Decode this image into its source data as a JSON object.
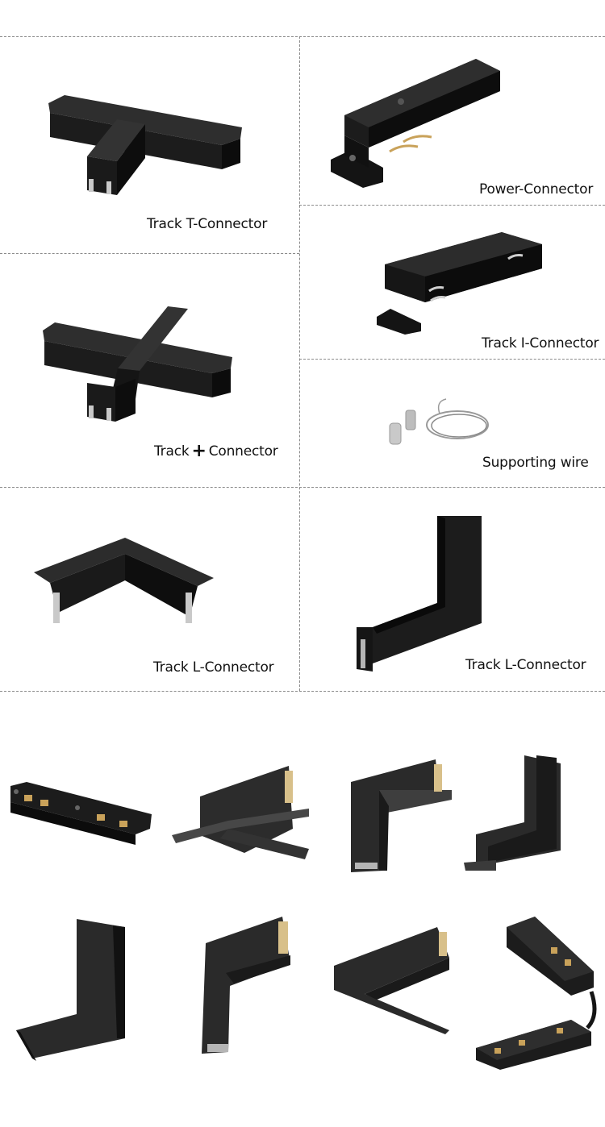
{
  "labels": {
    "t_connector": "Track T-Connector",
    "power_connector": "Power-Connector",
    "i_connector": "Track I-Connector",
    "plus_prefix": "Track",
    "plus_symbol": "+",
    "plus_suffix": "Connector",
    "supporting_wire": "Supporting wire",
    "l_connector_left": "Track L-Connector",
    "l_connector_right": "Track L-Connector"
  },
  "colors": {
    "product": "#1c1c1c",
    "product_dark": "#0a0a0a",
    "product_light": "#3a3a3a",
    "aluminum": "#c9c9c9",
    "brass": "#c9a25a",
    "wire": "#9a9a9a",
    "divider": "#8a8a8a"
  }
}
